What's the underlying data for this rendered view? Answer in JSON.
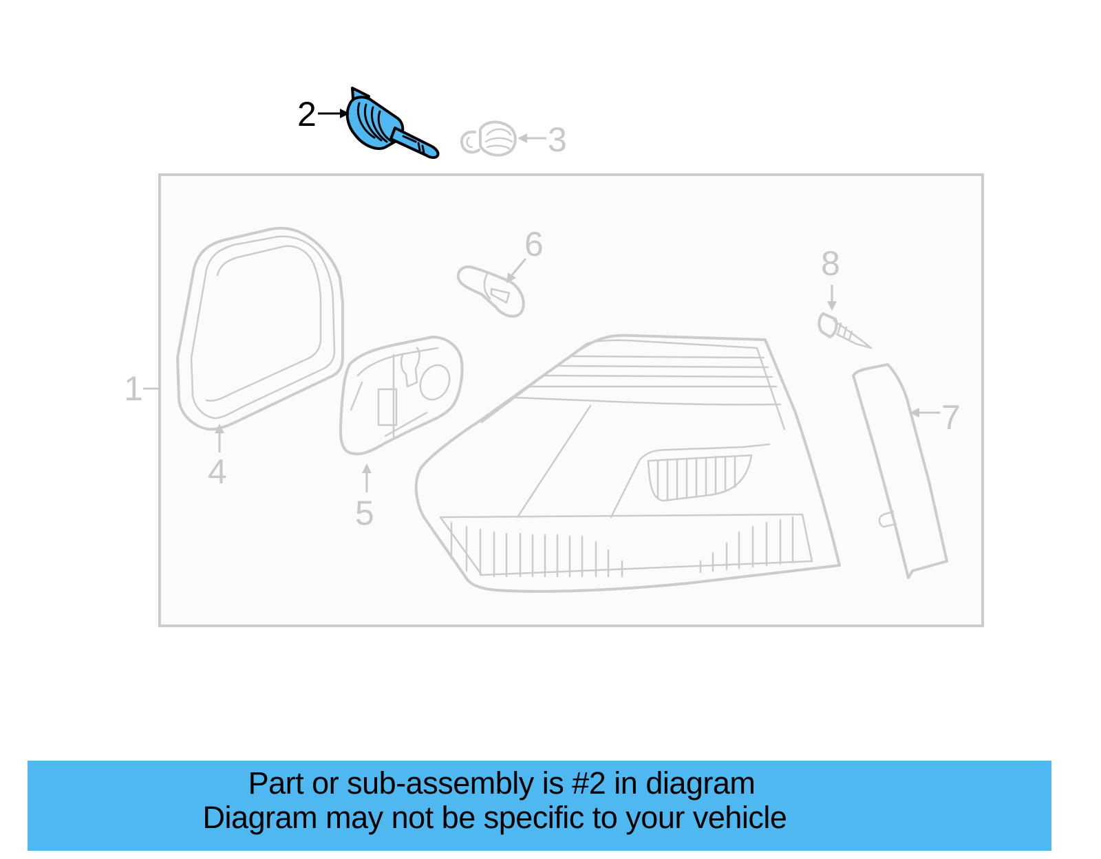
{
  "diagram": {
    "highlight_color": "#4fb8f0",
    "muted_color": "#cccccc",
    "callouts": [
      {
        "id": "1",
        "label": "1",
        "part": "tail-lamp-assembly"
      },
      {
        "id": "2",
        "label": "2",
        "part": "socket-and-wire",
        "highlighted": true
      },
      {
        "id": "3",
        "label": "3",
        "part": "clip"
      },
      {
        "id": "4",
        "label": "4",
        "part": "gasket"
      },
      {
        "id": "5",
        "label": "5",
        "part": "bulb-socket-panel"
      },
      {
        "id": "6",
        "label": "6",
        "part": "bulb"
      },
      {
        "id": "7",
        "label": "7",
        "part": "trim-lens"
      },
      {
        "id": "8",
        "label": "8",
        "part": "screw"
      }
    ]
  },
  "banner": {
    "color": "#4fb8f0",
    "line1": "Part or sub-assembly is #2 in diagram",
    "line2": "Diagram may not be specific to your vehicle"
  }
}
